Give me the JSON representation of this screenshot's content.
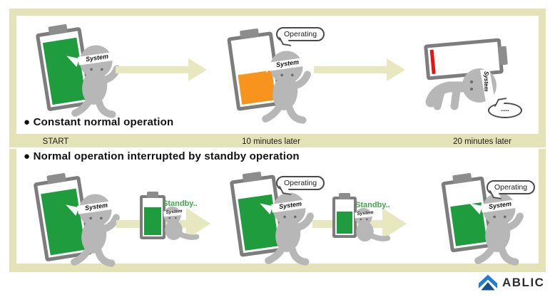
{
  "colors": {
    "frame": "#e3e3b7",
    "arrow": "#e7e7c0",
    "outline": "#7d7d7d",
    "terminal": "#8d8d8d",
    "gray": "#b7b7b7",
    "standby": "#3fa948",
    "logo_blue": "#1f7ed1",
    "logo_blue_dark": "#17518f"
  },
  "sections": {
    "top": {
      "heading": "● Constant normal operation",
      "timeline": [
        "START",
        "10 minutes later",
        "20 minutes later"
      ]
    },
    "bottom": {
      "heading": "● Normal operation interrupted by standby operation"
    }
  },
  "labels": {
    "system": "System",
    "operating": "Operating",
    "standby": "Standby..",
    "exhausted_dots": "...."
  },
  "batteries": {
    "top_start": {
      "fill": "88%",
      "color": "#1f9c3d"
    },
    "top_mid": {
      "fill": "45%",
      "color": "#f7941e"
    },
    "top_end": {
      "fill": "5%",
      "color": "#e8150c"
    },
    "bottom_run1": {
      "fill": "85%",
      "color": "#1f9c3d"
    },
    "bottom_standby1": {
      "fill": "72%",
      "color": "#1f9c3d"
    },
    "bottom_run2": {
      "fill": "74%",
      "color": "#1f9c3d"
    },
    "bottom_standby2": {
      "fill": "62%",
      "color": "#1f9c3d"
    },
    "bottom_run3": {
      "fill": "62%",
      "color": "#1f9c3d"
    }
  },
  "logo": {
    "text": "ABLIC"
  }
}
